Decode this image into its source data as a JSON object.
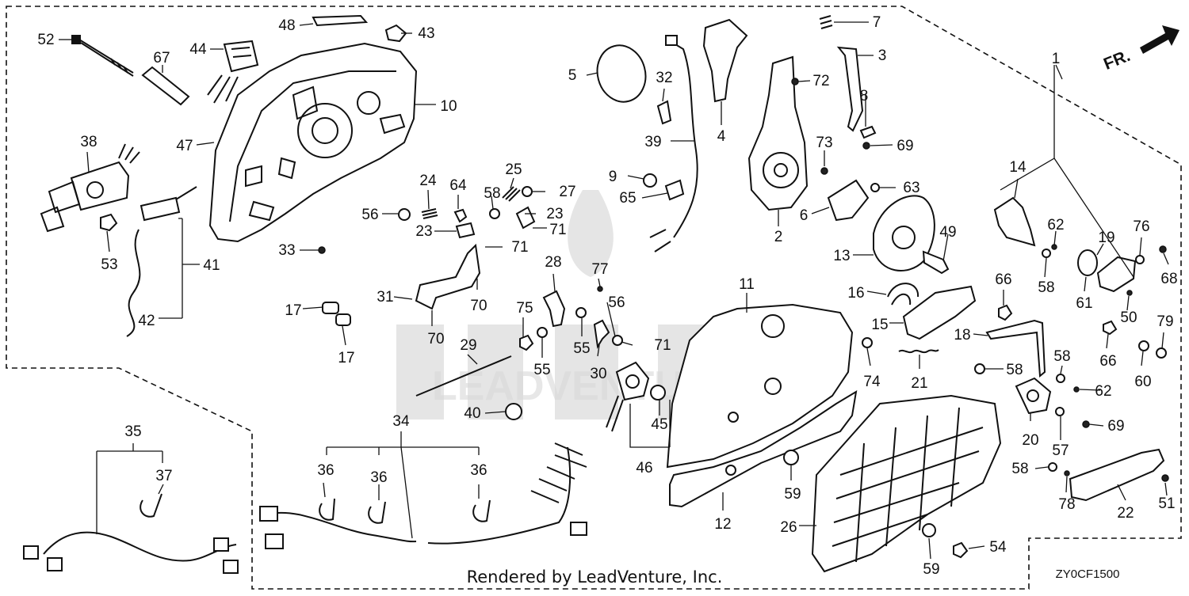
{
  "diagram": {
    "labels": [
      "1",
      "2",
      "3",
      "4",
      "5",
      "6",
      "7",
      "8",
      "9",
      "10",
      "11",
      "12",
      "13",
      "14",
      "15",
      "16",
      "17",
      "17",
      "18",
      "19",
      "20",
      "21",
      "22",
      "23",
      "23",
      "24",
      "25",
      "26",
      "27",
      "28",
      "29",
      "30",
      "31",
      "32",
      "33",
      "34",
      "35",
      "36",
      "36",
      "36",
      "37",
      "38",
      "39",
      "40",
      "41",
      "42",
      "43",
      "44",
      "45",
      "46",
      "47",
      "48",
      "49",
      "50",
      "51",
      "52",
      "53",
      "54",
      "55",
      "55",
      "56",
      "56",
      "57",
      "58",
      "58",
      "58",
      "58",
      "58",
      "59",
      "59",
      "60",
      "61",
      "62",
      "62",
      "63",
      "64",
      "65",
      "66",
      "66",
      "67",
      "68",
      "69",
      "69",
      "70",
      "70",
      "71",
      "71",
      "71",
      "72",
      "73",
      "74",
      "75",
      "76",
      "77",
      "78",
      "79"
    ],
    "direction_indicator": "FR.",
    "footer": "Rendered by LeadVenture, Inc.",
    "diagram_code": "ZY0CF1500",
    "watermark": "LEADVENTURE"
  }
}
